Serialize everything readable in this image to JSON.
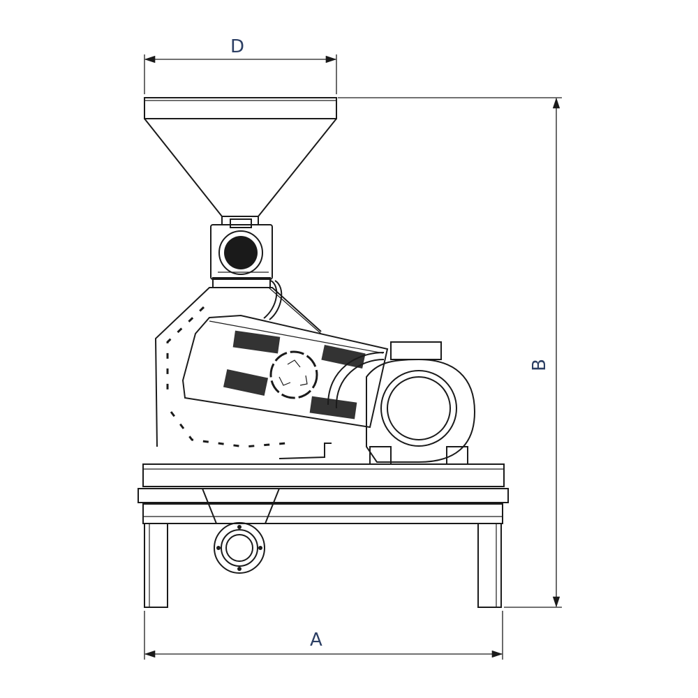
{
  "dimensions": {
    "width_label": "A",
    "height_label": "B",
    "hopper_label": "D"
  },
  "colors": {
    "line": "#1a1a1a",
    "label": "#2b3e63"
  }
}
